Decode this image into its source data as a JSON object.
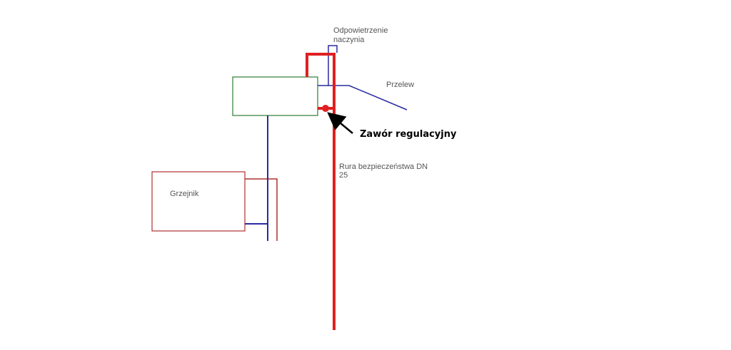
{
  "labels": {
    "vent_line1": "Odpowietrzenie",
    "vent_line2": "naczynia",
    "overflow": "Przelew",
    "valve": "Zawór regulacyjny",
    "safety_pipe_line1": "Rura bezpieczeństwa DN",
    "safety_pipe_line2": "25",
    "radiator": "Grzejnik"
  },
  "colors": {
    "hot_pipe": "#e02020",
    "cold_pipe": "#2a2aa0",
    "tank_outline": "#2e7d32",
    "radiator_outline": "#b03030",
    "valve": "#e02020",
    "arrow": "#000000"
  }
}
